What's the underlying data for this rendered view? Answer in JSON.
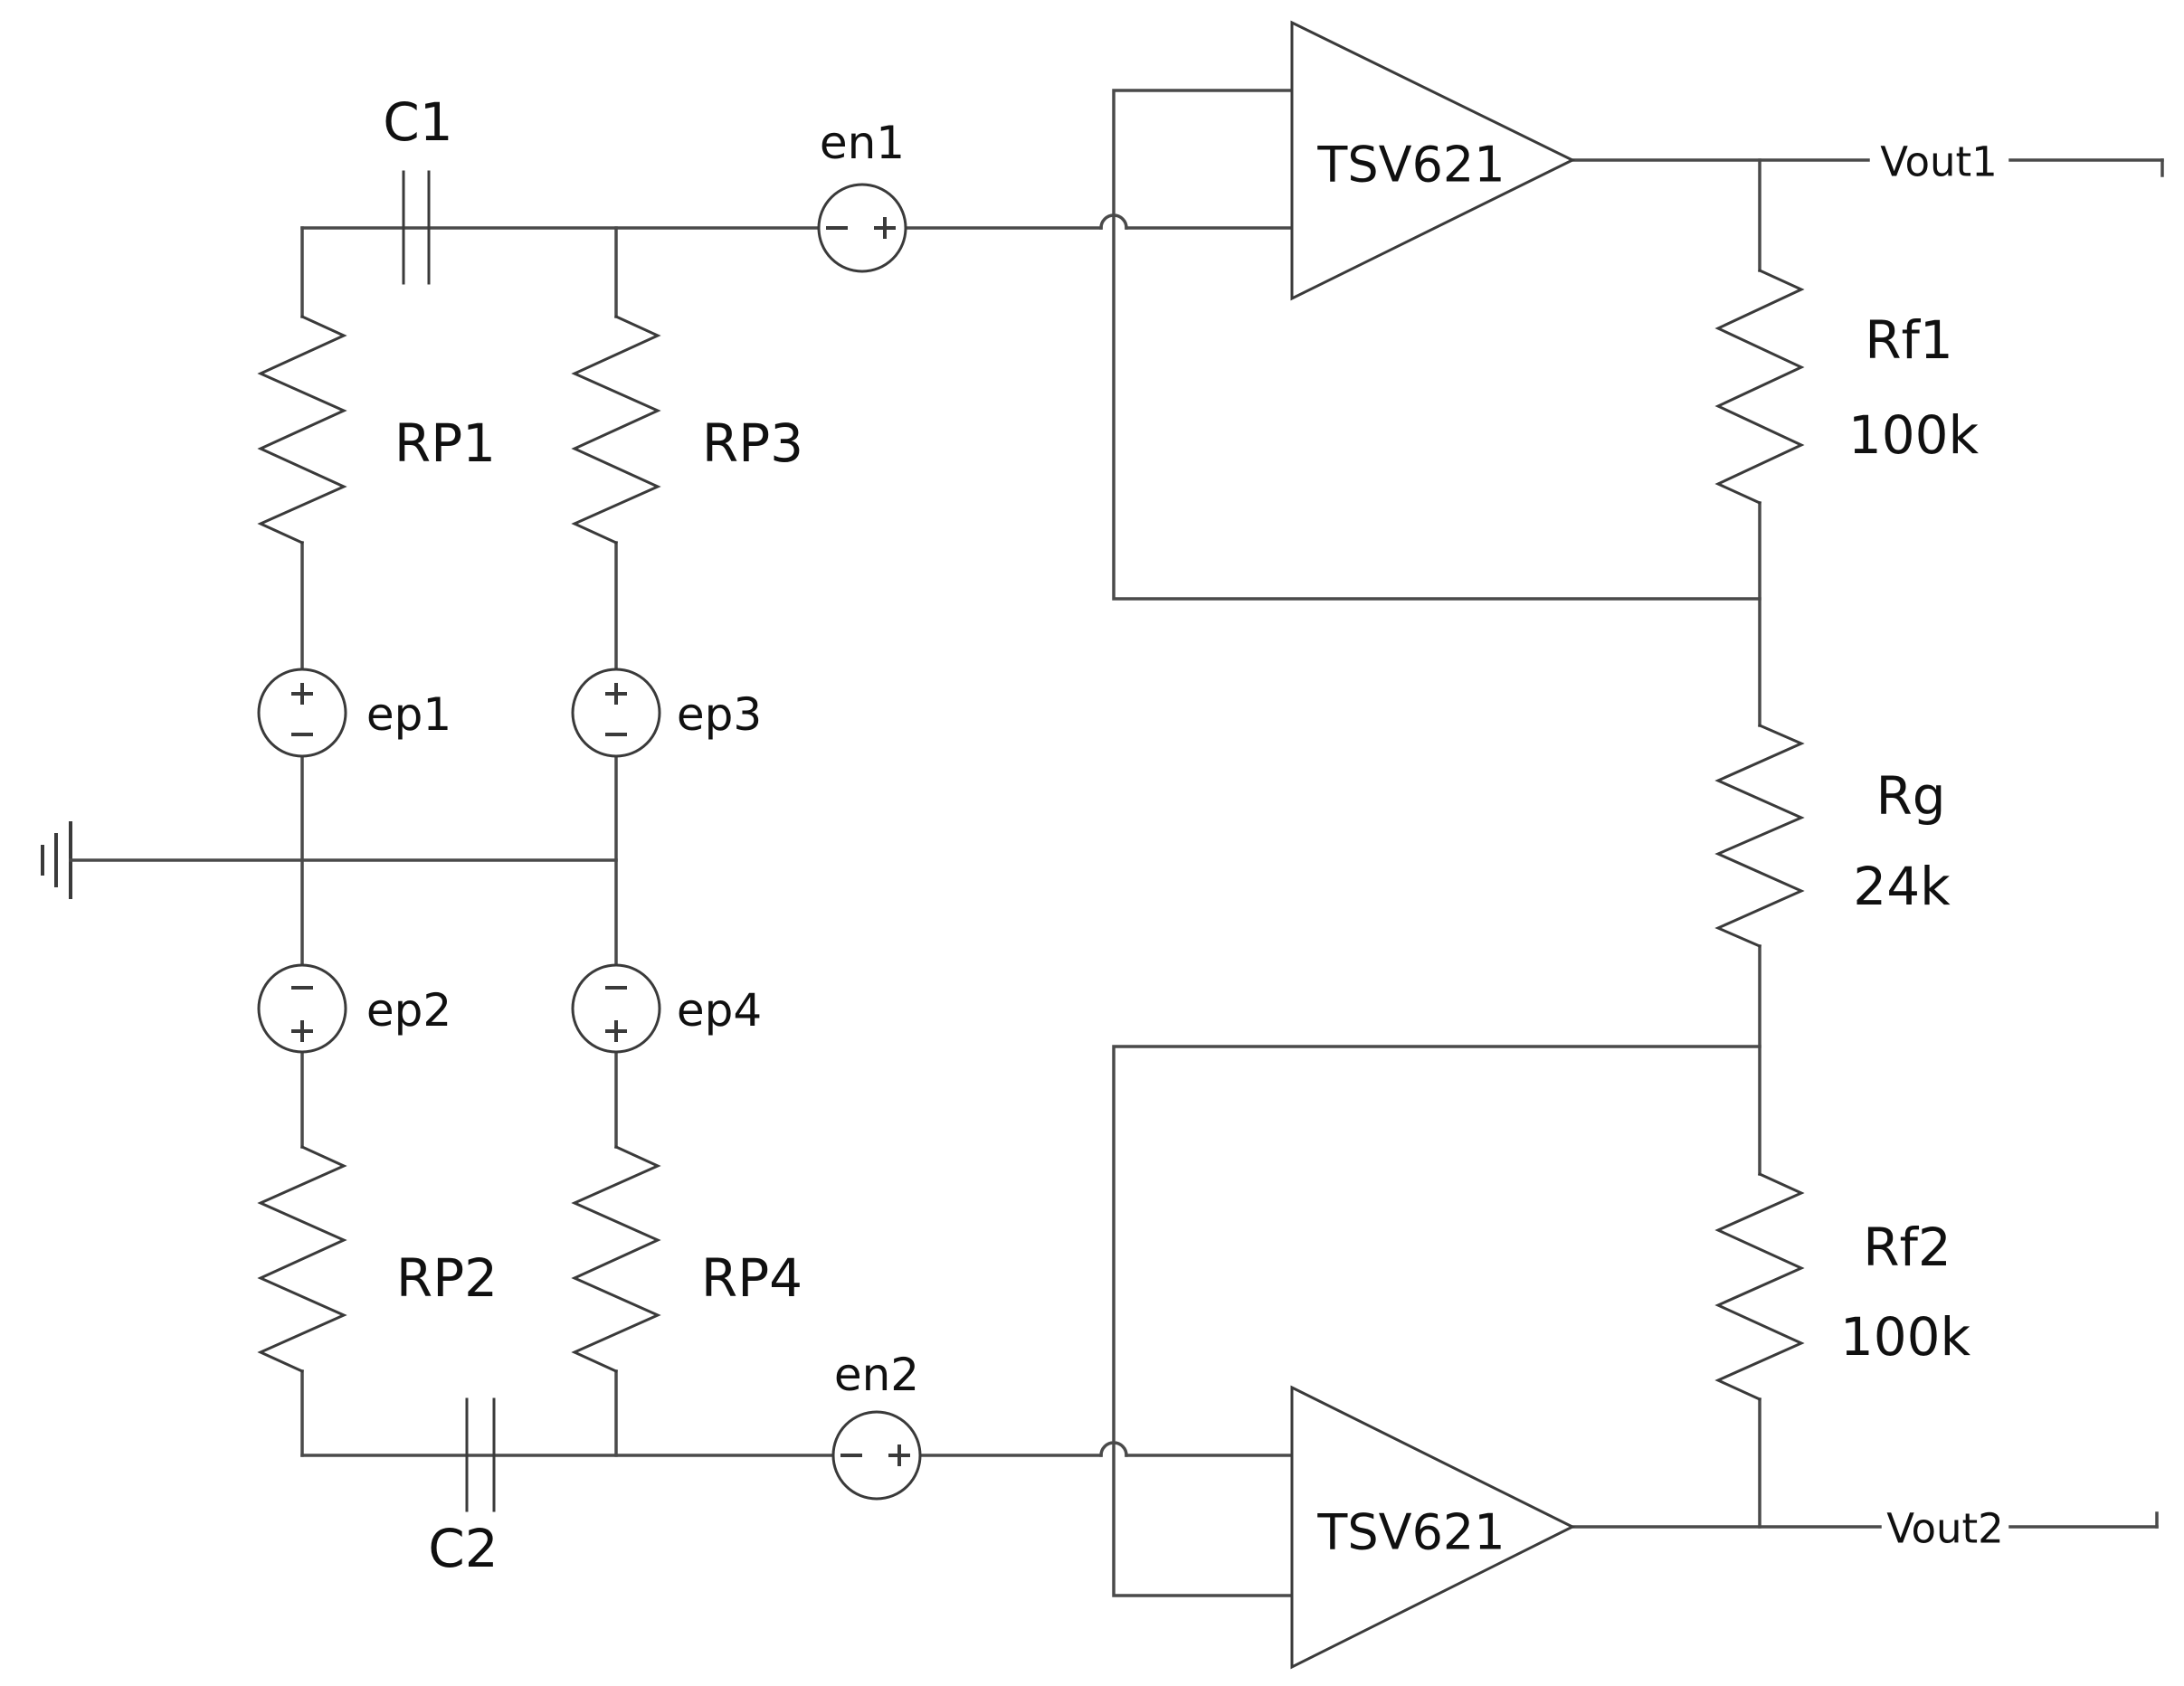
{
  "diagram_type": "circuit-schematic",
  "components": {
    "c1": {
      "label": "C1"
    },
    "c2": {
      "label": "C2"
    },
    "rp1": {
      "label": "RP1"
    },
    "rp2": {
      "label": "RP2"
    },
    "rp3": {
      "label": "RP3"
    },
    "rp4": {
      "label": "RP4"
    },
    "ep1": {
      "label": "ep1"
    },
    "ep2": {
      "label": "ep2"
    },
    "ep3": {
      "label": "ep3"
    },
    "ep4": {
      "label": "ep4"
    },
    "en1": {
      "label": "en1"
    },
    "en2": {
      "label": "en2"
    },
    "opamp1": {
      "label": "TSV621"
    },
    "opamp2": {
      "label": "TSV621"
    },
    "rf1": {
      "label": "Rf1",
      "value": "100k"
    },
    "rg": {
      "label": "Rg",
      "value": "24k"
    },
    "rf2": {
      "label": "Rf2",
      "value": "100k"
    }
  },
  "nets": {
    "vout1": {
      "label": "Vout1"
    },
    "vout2": {
      "label": "Vout2"
    }
  },
  "colors": {
    "wire": "#4a4a4a",
    "component": "#3a3a3a",
    "text": "#101010",
    "background": "#ffffff"
  }
}
